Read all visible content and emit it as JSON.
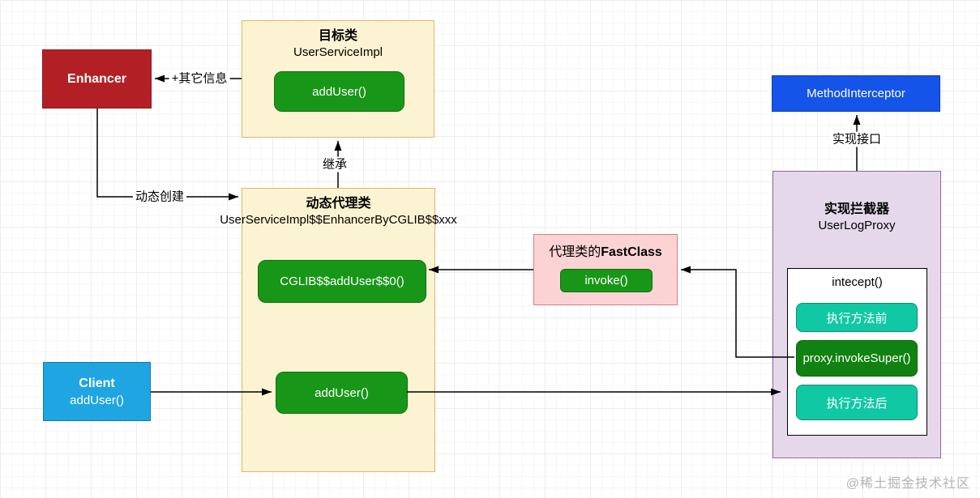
{
  "colors": {
    "yellow-fill": "#fcf3d2",
    "yellow-border": "#d9ba62",
    "green-fill": "#189618",
    "green-border": "#0e7210",
    "darkgreen-fill": "#118111",
    "darkgreen-border": "#0a6508",
    "teal-fill": "#11c8a4",
    "teal-border": "#0b8f72",
    "red-fill": "#b22025",
    "red-border": "#8f181c",
    "skyblue-fill": "#1ea5e2",
    "skyblue-border": "#1379b8",
    "blue-fill": "#1454e8",
    "blue-border": "#0f3dbd",
    "pink-fill": "#fbd3d4",
    "pink-border": "#de7b7e",
    "purple-fill": "#e5d8eb",
    "purple-border": "#8f6ba1",
    "grid-minor": "#f7f7f7",
    "grid-major": "#ededed",
    "watermark": "#b3b3b3"
  },
  "nodes": {
    "enhancer": {
      "label": "Enhancer"
    },
    "target_class": {
      "title": "目标类",
      "class_name": "UserServiceImpl",
      "method": "addUser()"
    },
    "proxy_class": {
      "title": "动态代理类",
      "class_name": "UserServiceImpl$$EnhancerByCGLIB$$xxx",
      "cglib_method": "CGLIB$$addUser$$0()",
      "method": "addUser()"
    },
    "client": {
      "title": "Client",
      "method": "addUser()"
    },
    "method_interceptor": {
      "label": "MethodInterceptor"
    },
    "interceptor": {
      "title": "实现拦截器",
      "class_name": "UserLogProxy",
      "intercept_method": "intecept()",
      "steps": [
        "执行方法前",
        "proxy.invokeSuper()",
        "执行方法后"
      ]
    },
    "fastclass": {
      "title_regular": "代理类的",
      "title_bold": "FastClass",
      "method": "invoke()"
    }
  },
  "edge_labels": {
    "other_info": "+其它信息",
    "dynamic_create": "动态创建",
    "inherit": "继承",
    "implement_interface": "实现接口"
  },
  "watermark": "@稀土掘金技术社区"
}
